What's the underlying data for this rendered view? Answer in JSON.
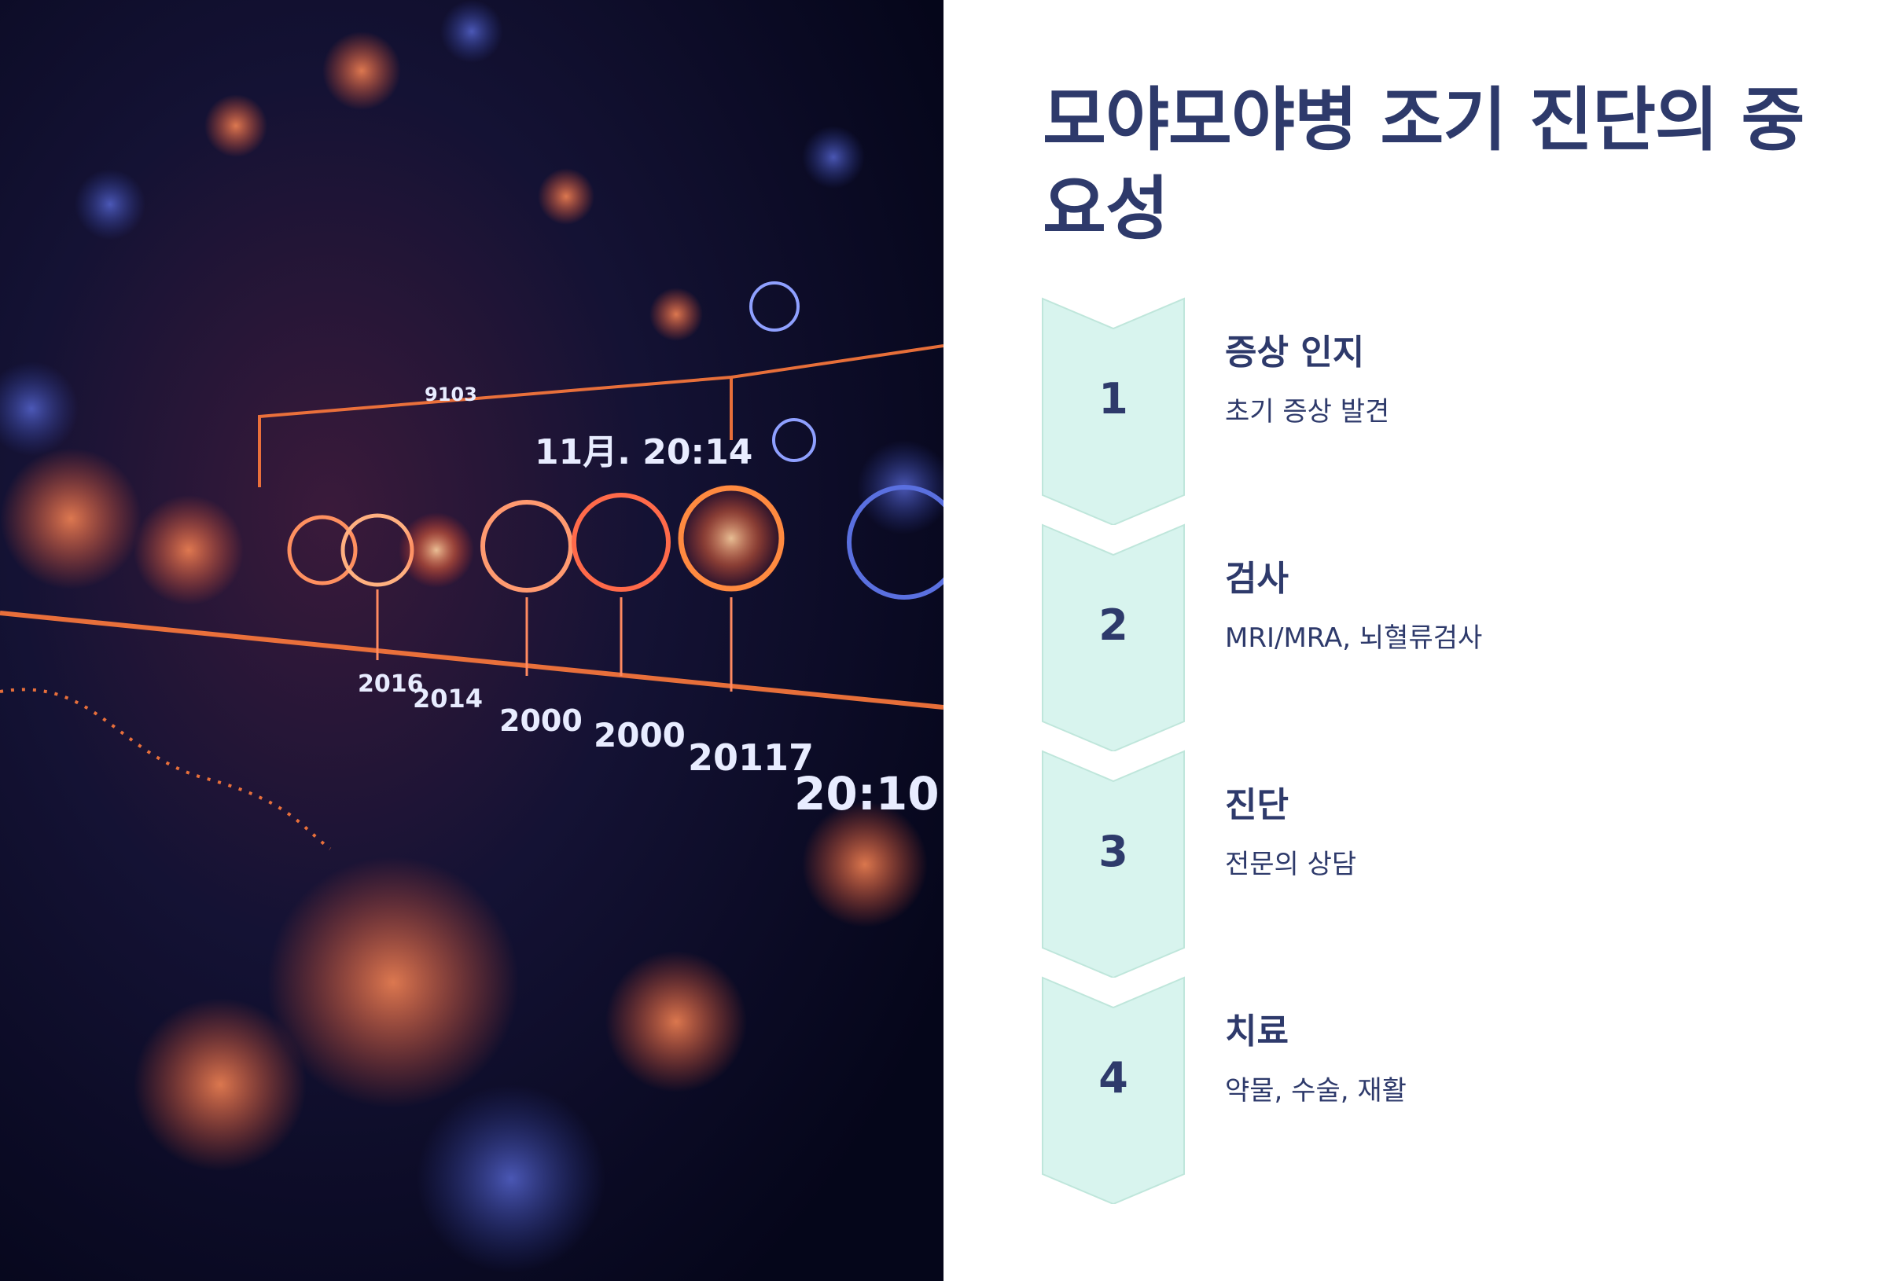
{
  "title": "모야모야병 조기 진단의 중요성",
  "hero_image": {
    "years": [
      "2016",
      "2014",
      "2000",
      "2000",
      "20117",
      "20:10"
    ],
    "overlay_texts": [
      "11月. 20:14",
      "9103"
    ]
  },
  "steps": [
    {
      "number": "1",
      "title": "증상 인지",
      "description": "초기 증상 발견"
    },
    {
      "number": "2",
      "title": "검사",
      "description": "MRI/MRA, 뇌혈류검사"
    },
    {
      "number": "3",
      "title": "진단",
      "description": "전문의 상담"
    },
    {
      "number": "4",
      "title": "치료",
      "description": "약물, 수술, 재활"
    }
  ],
  "colors": {
    "chevron_fill": "#d8f4ee",
    "chevron_stroke": "#bfe6db",
    "text": "#2e3a6b",
    "hero_bg": "#080a20",
    "hero_glow": "#ff7a3c"
  }
}
